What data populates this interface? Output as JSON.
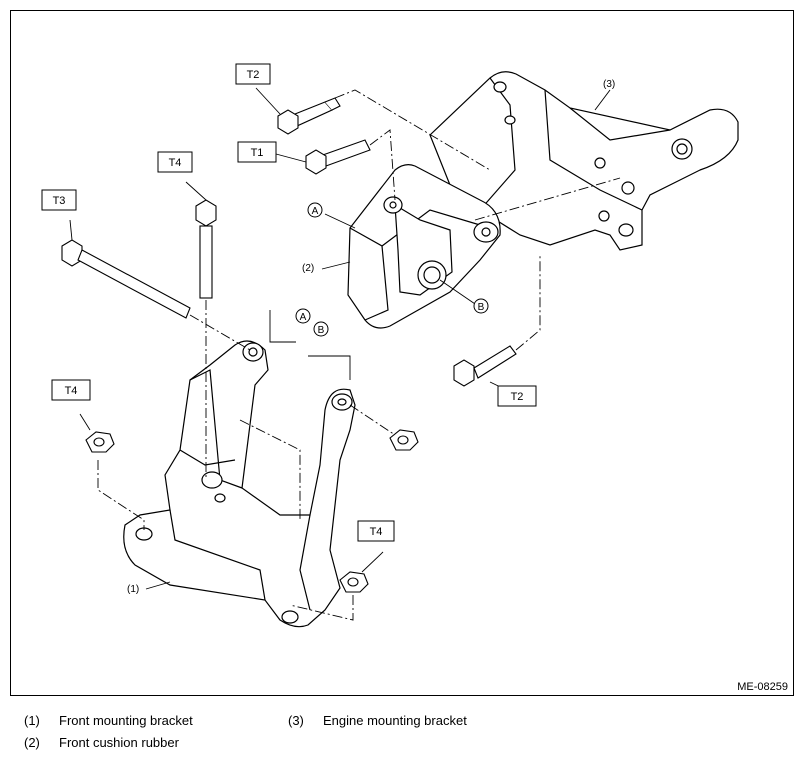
{
  "diagram": {
    "code": "ME-08259",
    "torque_tags": [
      "T2",
      "T1",
      "T4",
      "T3",
      "T4",
      "T4",
      "T2"
    ],
    "part_callouts": [
      "(3)",
      "(2)",
      "(1)"
    ],
    "reference_markers": [
      "A",
      "B",
      "A",
      "B"
    ]
  },
  "legend": [
    {
      "num": "(1)",
      "text": "Front mounting bracket"
    },
    {
      "num": "(2)",
      "text": "Front cushion rubber"
    },
    {
      "num": "(3)",
      "text": "Engine mounting bracket"
    }
  ]
}
